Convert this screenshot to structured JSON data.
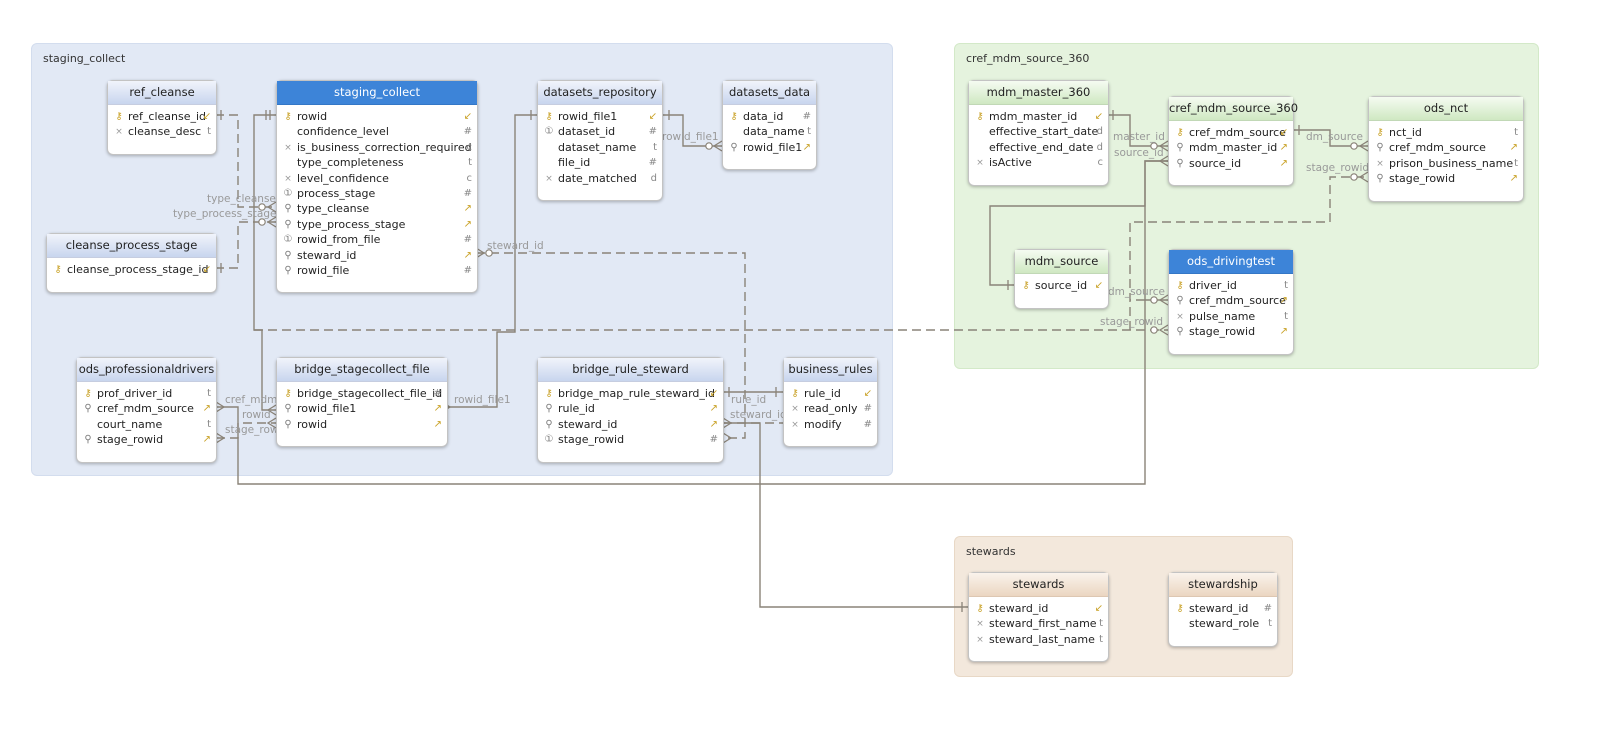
{
  "groups": {
    "staging_collect": "staging_collect",
    "cref_mdm_source_360": "cref_mdm_source_360",
    "stewards": "stewards"
  },
  "tables": {
    "ref_cleanse": {
      "title": "ref_cleanse",
      "rows": [
        {
          "icon": "key-fk-icon",
          "name": "ref_cleanse_id",
          "type": "↙"
        },
        {
          "icon": "not-null-icon",
          "name": "cleanse_desc",
          "type": "t"
        }
      ]
    },
    "cleanse_process_stage": {
      "title": "cleanse_process_stage",
      "rows": [
        {
          "icon": "key-fk-icon",
          "name": "cleanse_process_stage_id",
          "type": "↙"
        }
      ]
    },
    "staging_collect": {
      "title": "staging_collect",
      "rows": [
        {
          "icon": "key-icon",
          "name": "rowid",
          "type": "↙"
        },
        {
          "icon": "none",
          "name": "confidence_level",
          "type": "#"
        },
        {
          "icon": "not-null-icon",
          "name": "is_business_correction_required",
          "type": "c"
        },
        {
          "icon": "none",
          "name": "type_completeness",
          "type": "t"
        },
        {
          "icon": "not-null-icon",
          "name": "level_confidence",
          "type": "c"
        },
        {
          "icon": "index-icon",
          "name": "process_stage",
          "type": "#"
        },
        {
          "icon": "search-key-icon",
          "name": "type_cleanse",
          "type": "↗"
        },
        {
          "icon": "search-key-icon",
          "name": "type_process_stage",
          "type": "↗"
        },
        {
          "icon": "index-icon",
          "name": "rowid_from_file",
          "type": "#"
        },
        {
          "icon": "search-key-icon",
          "name": "steward_id",
          "type": "↗"
        },
        {
          "icon": "search-key-icon",
          "name": "rowid_file",
          "type": "#"
        }
      ]
    },
    "datasets_repository": {
      "title": "datasets_repository",
      "rows": [
        {
          "icon": "key-fk-icon",
          "name": "rowid_file1",
          "type": "↙"
        },
        {
          "icon": "index-icon",
          "name": "dataset_id",
          "type": "#"
        },
        {
          "icon": "none",
          "name": "dataset_name",
          "type": "t"
        },
        {
          "icon": "none",
          "name": "file_id",
          "type": "#"
        },
        {
          "icon": "not-null-icon",
          "name": "date_matched",
          "type": "d"
        }
      ]
    },
    "datasets_data": {
      "title": "datasets_data",
      "rows": [
        {
          "icon": "key-icon",
          "name": "data_id",
          "type": "#"
        },
        {
          "icon": "none",
          "name": "data_name",
          "type": "t"
        },
        {
          "icon": "search-key-icon",
          "name": "rowid_file1",
          "type": "↗"
        }
      ]
    },
    "ods_professionaldrivers": {
      "title": "ods_professionaldrivers",
      "rows": [
        {
          "icon": "key-icon",
          "name": "prof_driver_id",
          "type": "t"
        },
        {
          "icon": "search-fk-icon",
          "name": "cref_mdm_source",
          "type": "↗"
        },
        {
          "icon": "none",
          "name": "court_name",
          "type": "t"
        },
        {
          "icon": "search-key-icon",
          "name": "stage_rowid",
          "type": "↗"
        }
      ]
    },
    "bridge_stagecollect_file": {
      "title": "bridge_stagecollect_file",
      "rows": [
        {
          "icon": "key-icon",
          "name": "bridge_stagecollect_file_id",
          "type": "#"
        },
        {
          "icon": "search-fk-icon",
          "name": "rowid_file1",
          "type": "↗"
        },
        {
          "icon": "search-fk-icon",
          "name": "rowid",
          "type": "↗"
        }
      ]
    },
    "bridge_rule_steward": {
      "title": "bridge_rule_steward",
      "rows": [
        {
          "icon": "key-fk-icon",
          "name": "bridge_map_rule_steward_id",
          "type": "↙"
        },
        {
          "icon": "search-fk-icon",
          "name": "rule_id",
          "type": "↗"
        },
        {
          "icon": "search-fk-icon",
          "name": "steward_id",
          "type": "↗"
        },
        {
          "icon": "index-icon",
          "name": "stage_rowid",
          "type": "#"
        }
      ]
    },
    "business_rules": {
      "title": "business_rules",
      "rows": [
        {
          "icon": "key-fk-icon",
          "name": "rule_id",
          "type": "↙"
        },
        {
          "icon": "not-null-icon",
          "name": "read_only",
          "type": "#"
        },
        {
          "icon": "not-null-icon",
          "name": "modify",
          "type": "#"
        }
      ]
    },
    "mdm_master_360": {
      "title": "mdm_master_360",
      "rows": [
        {
          "icon": "key-icon",
          "name": "mdm_master_id",
          "type": "↙"
        },
        {
          "icon": "none",
          "name": "effective_start_date",
          "type": "d"
        },
        {
          "icon": "none",
          "name": "effective_end_date",
          "type": "d"
        },
        {
          "icon": "not-null-icon",
          "name": "isActive",
          "type": "c"
        }
      ]
    },
    "cref_mdm_source_360": {
      "title": "cref_mdm_source_360",
      "rows": [
        {
          "icon": "key-fk-icon",
          "name": "cref_mdm_source",
          "type": "↙"
        },
        {
          "icon": "search-fk-icon",
          "name": "mdm_master_id",
          "type": "↗"
        },
        {
          "icon": "search-fk-icon",
          "name": "source_id",
          "type": "↗"
        }
      ]
    },
    "ods_nct": {
      "title": "ods_nct",
      "rows": [
        {
          "icon": "key-fk-icon",
          "name": "nct_id",
          "type": "t"
        },
        {
          "icon": "search-fk-icon",
          "name": "cref_mdm_source",
          "type": "↗"
        },
        {
          "icon": "not-null-icon",
          "name": "prison_business_name",
          "type": "t"
        },
        {
          "icon": "search-key-icon",
          "name": "stage_rowid",
          "type": "↗"
        }
      ]
    },
    "mdm_source": {
      "title": "mdm_source",
      "rows": [
        {
          "icon": "key-icon",
          "name": "source_id",
          "type": "↙"
        }
      ]
    },
    "ods_drivingtest": {
      "title": "ods_drivingtest",
      "rows": [
        {
          "icon": "key-icon",
          "name": "driver_id",
          "type": "t"
        },
        {
          "icon": "search-fk-icon",
          "name": "cref_mdm_source",
          "type": "↗"
        },
        {
          "icon": "not-null-icon",
          "name": "pulse_name",
          "type": "t"
        },
        {
          "icon": "search-key-icon",
          "name": "stage_rowid",
          "type": "↗"
        }
      ]
    },
    "stewards": {
      "title": "stewards",
      "rows": [
        {
          "icon": "key-icon",
          "name": "steward_id",
          "type": "↙"
        },
        {
          "icon": "not-null-icon",
          "name": "steward_first_name",
          "type": "t"
        },
        {
          "icon": "not-null-icon",
          "name": "steward_last_name",
          "type": "t"
        }
      ]
    },
    "stewardship": {
      "title": "stewardship",
      "rows": [
        {
          "icon": "key-icon",
          "name": "steward_id",
          "type": "#"
        },
        {
          "icon": "none",
          "name": "steward_role",
          "type": "t"
        }
      ]
    }
  },
  "connector_labels": {
    "type_cleanse": "type_cleanse",
    "type_process_stage": "type_process_stage",
    "steward_id": "steward_id",
    "rowid_file1_a": "rowid_file1",
    "rowid_file1_b": "rowid_file1",
    "cref_mdm": "cref_mdm",
    "rowid": "rowid",
    "stage_row": "stage_row",
    "rule_id": "rule_id",
    "steward_id_2": "steward_id",
    "master_id": "master_id",
    "source_id": "source_id",
    "dm_source_1": "dm_source",
    "stage_rowid_1": "stage_rowid",
    "dm_source_2": "dm_source",
    "stage_rowid_2": "stage_rowid"
  },
  "colors": {
    "group_blue": "#e2e9f5",
    "group_green": "#e5f3de",
    "group_tan": "#f3e8dc",
    "selected_header": "#3d84d8",
    "connector": "#8a8378"
  }
}
